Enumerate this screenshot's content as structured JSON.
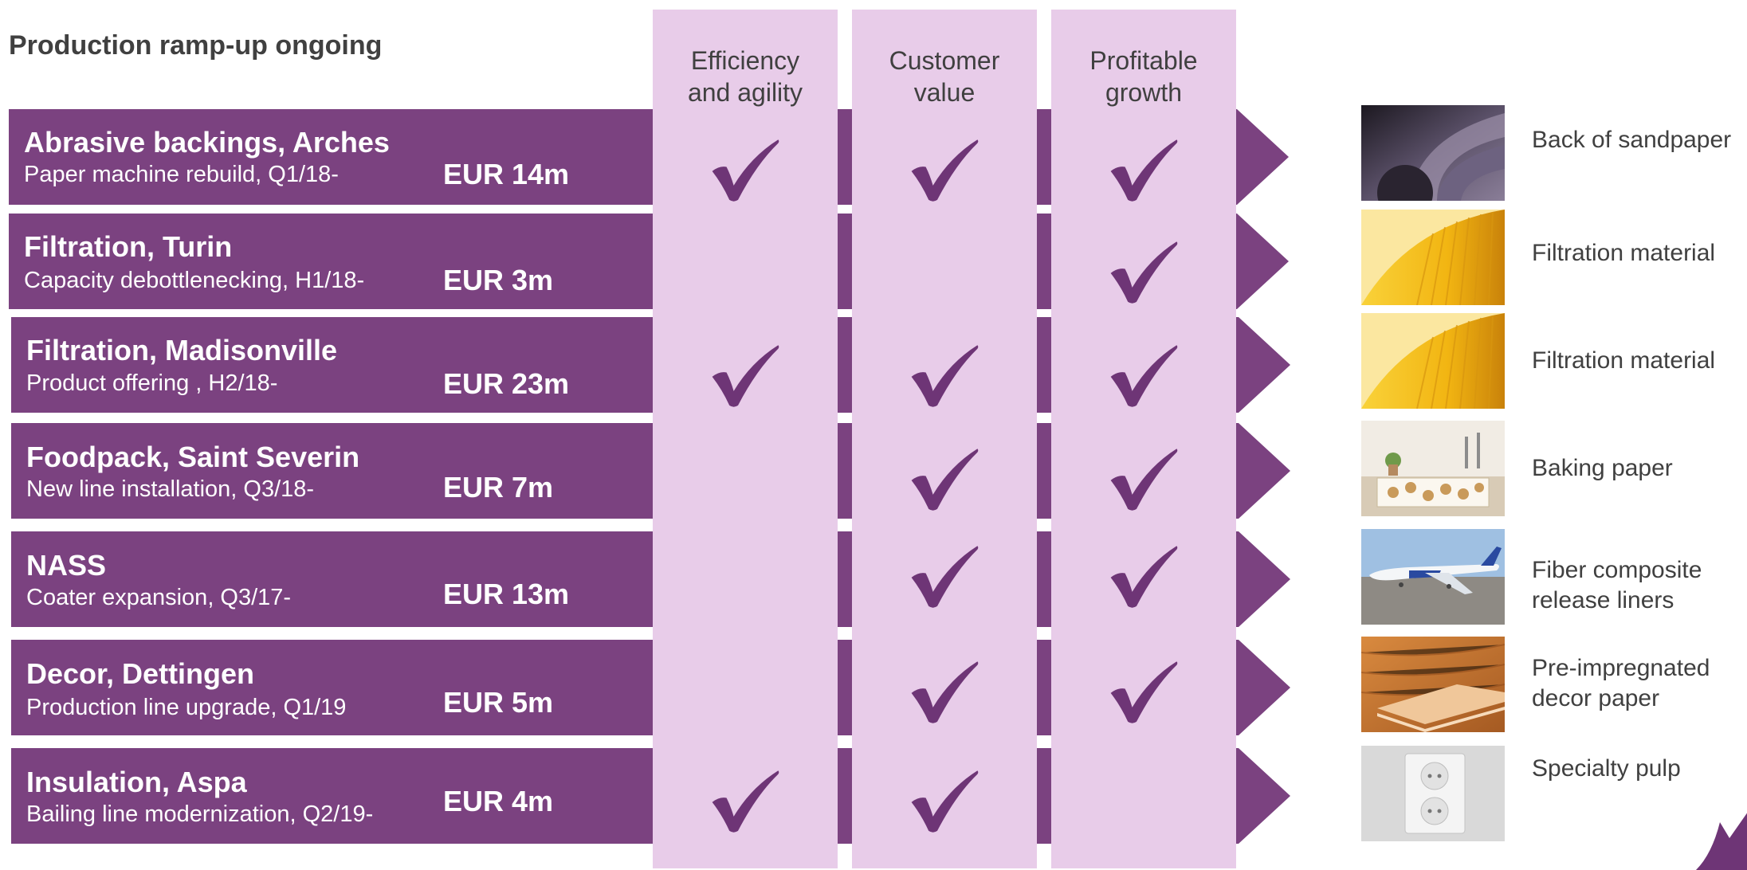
{
  "title": "Production ramp-up ongoing",
  "columns": [
    {
      "line1": "Efficiency",
      "line2": "and agility"
    },
    {
      "line1": "Customer",
      "line2": "value"
    },
    {
      "line1": "Profitable",
      "line2": "growth"
    }
  ],
  "projects": [
    {
      "name": "Abrasive backings, Arches",
      "subtitle": "Paper machine rebuild, Q1/18-",
      "amount": "EUR 14m",
      "caption_line1": "Back of sandpaper",
      "caption_line2": ""
    },
    {
      "name": "Filtration, Turin",
      "subtitle": "Capacity debottlenecking, H1/18-",
      "amount": "EUR 3m",
      "caption_line1": "Filtration material",
      "caption_line2": ""
    },
    {
      "name": "Filtration, Madisonville",
      "subtitle": "Product offering , H2/18-",
      "amount": "EUR 23m",
      "caption_line1": "Filtration material",
      "caption_line2": ""
    },
    {
      "name": "Foodpack, Saint Severin",
      "subtitle": "New line installation, Q3/18-",
      "amount": "EUR 7m",
      "caption_line1": "Baking paper",
      "caption_line2": ""
    },
    {
      "name": "NASS",
      "subtitle": "Coater expansion, Q3/17-",
      "amount": "EUR 13m",
      "caption_line1": "Fiber composite",
      "caption_line2": "release liners"
    },
    {
      "name": "Decor, Dettingen",
      "subtitle": "Production line upgrade, Q1/19",
      "amount": "EUR 5m",
      "caption_line1": "Pre-impregnated",
      "caption_line2": "decor paper"
    },
    {
      "name": "Insulation, Aspa",
      "subtitle": "Bailing line modernization, Q2/19-",
      "amount": "EUR 4m",
      "caption_line1": "Specialty pulp",
      "caption_line2": ""
    }
  ],
  "checks": [
    [
      true,
      true,
      true
    ],
    [
      false,
      false,
      true
    ],
    [
      true,
      true,
      true
    ],
    [
      false,
      true,
      true
    ],
    [
      false,
      true,
      true
    ],
    [
      false,
      true,
      true
    ],
    [
      true,
      true,
      false
    ]
  ],
  "colors": {
    "band": "#7b4280",
    "column": "#e8cce9",
    "check": "#6e3576",
    "text": "#404040"
  }
}
